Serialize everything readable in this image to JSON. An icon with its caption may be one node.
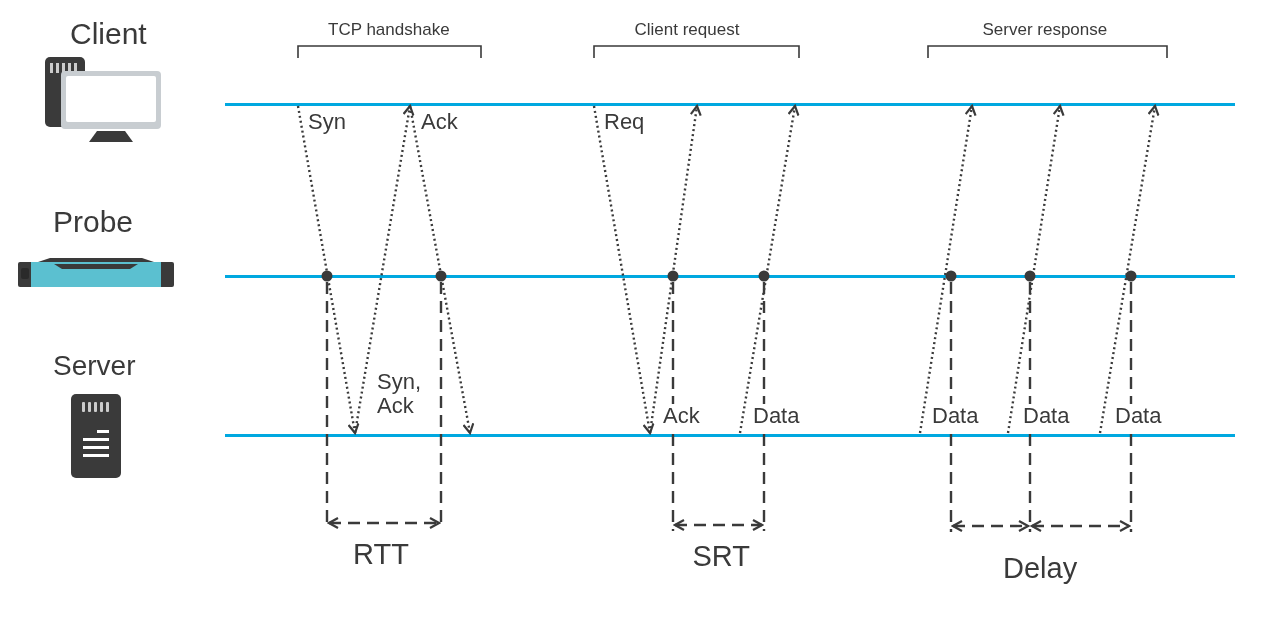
{
  "diagram": {
    "nodes": [
      {
        "text": [
          "Client"
        ]
      },
      {
        "text": [
          "Probe"
        ]
      },
      {
        "text": [
          "Server"
        ]
      }
    ],
    "edges": [
      {
        "from": 0,
        "to": 2,
        "arrow": "to",
        "label": "Syn"
      },
      {
        "from": 2,
        "to": 0,
        "arrow": "to",
        "label": "Syn, Ack"
      },
      {
        "from": 0,
        "to": 2,
        "arrow": "to",
        "label": "Ack"
      },
      {
        "from": 0,
        "to": 2,
        "arrow": "to",
        "label": "Req"
      },
      {
        "from": 2,
        "to": 0,
        "arrow": "to",
        "label": "Ack"
      },
      {
        "from": 2,
        "to": 0,
        "arrow": "to",
        "label": "Data"
      },
      {
        "from": 2,
        "to": 0,
        "arrow": "to",
        "label": "Data"
      },
      {
        "from": 2,
        "to": 0,
        "arrow": "to",
        "label": "Data"
      },
      {
        "from": 2,
        "to": 0,
        "arrow": "to",
        "label": "Data"
      }
    ],
    "labels": [
      "TCP handshake",
      "Client request",
      "Server response",
      "RTT",
      "SRT",
      "Delay"
    ]
  }
}
